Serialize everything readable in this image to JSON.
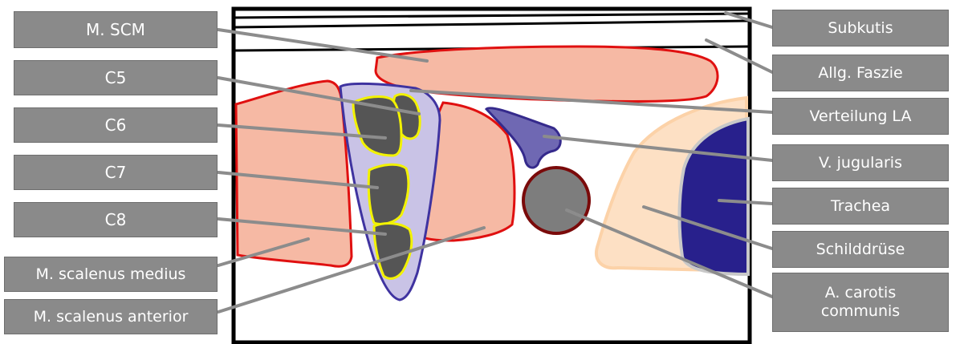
{
  "diagram": {
    "labels_left": {
      "scm": "M. SCM",
      "c5": "C5",
      "c6": "C6",
      "c7": "C7",
      "c8": "C8",
      "scalenus_medius": "M. scalenus medius",
      "scalenus_anterior": "M. scalenus anterior"
    },
    "labels_right": {
      "subkutis": "Subkutis",
      "faszie": "Allg. Faszie",
      "verteilung": "Verteilung LA",
      "jugularis": "V. jugularis",
      "trachea": "Trachea",
      "schilddruese": "Schilddrüse",
      "carotis": "A. carotis\ncommunis"
    },
    "colors": {
      "label_box": "#8a8a8a",
      "muscle_fill": "#f6b9a4",
      "muscle_outline": "#e01010",
      "sheath_fill": "#c9c3e6",
      "sheath_outline": "#3f33a0",
      "nerve_fill": "#555555",
      "nerve_outline": "#f2f200",
      "vein_fill": "#6f68b3",
      "artery_fill": "#7d7d7d",
      "artery_outline": "#7a0a0a",
      "thyroid_fill": "#fde0c4",
      "trachea_fill": "#28208c",
      "leader_line": "#8c8c8c"
    }
  }
}
